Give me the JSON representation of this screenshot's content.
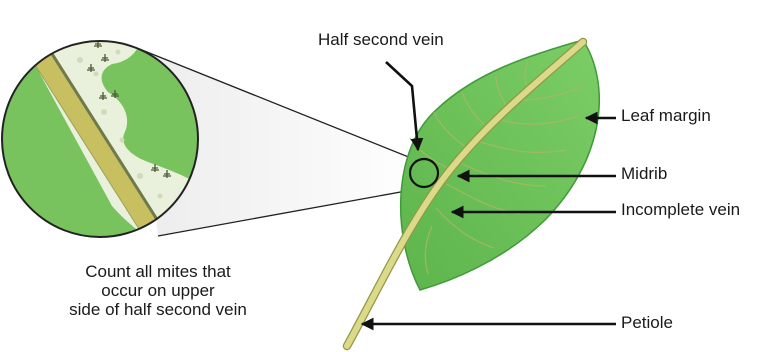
{
  "labels": {
    "half_second_vein": "Half second vein",
    "leaf_margin": "Leaf margin",
    "midrib": "Midrib",
    "incomplete_vein": "Incomplete vein",
    "petiole": "Petiole"
  },
  "caption": {
    "line1": "Count all mites that",
    "line2": "occur on upper",
    "line3": "side of half second vein"
  },
  "colors": {
    "leaf_fill": "#6cc25a",
    "leaf_edge": "#3f9a3a",
    "vein": "#c9c46a",
    "magnified_background": "#78c35e",
    "magnified_vein": "#c8c060",
    "mite_area": "#e9f0dc",
    "arrow": "#111111"
  }
}
